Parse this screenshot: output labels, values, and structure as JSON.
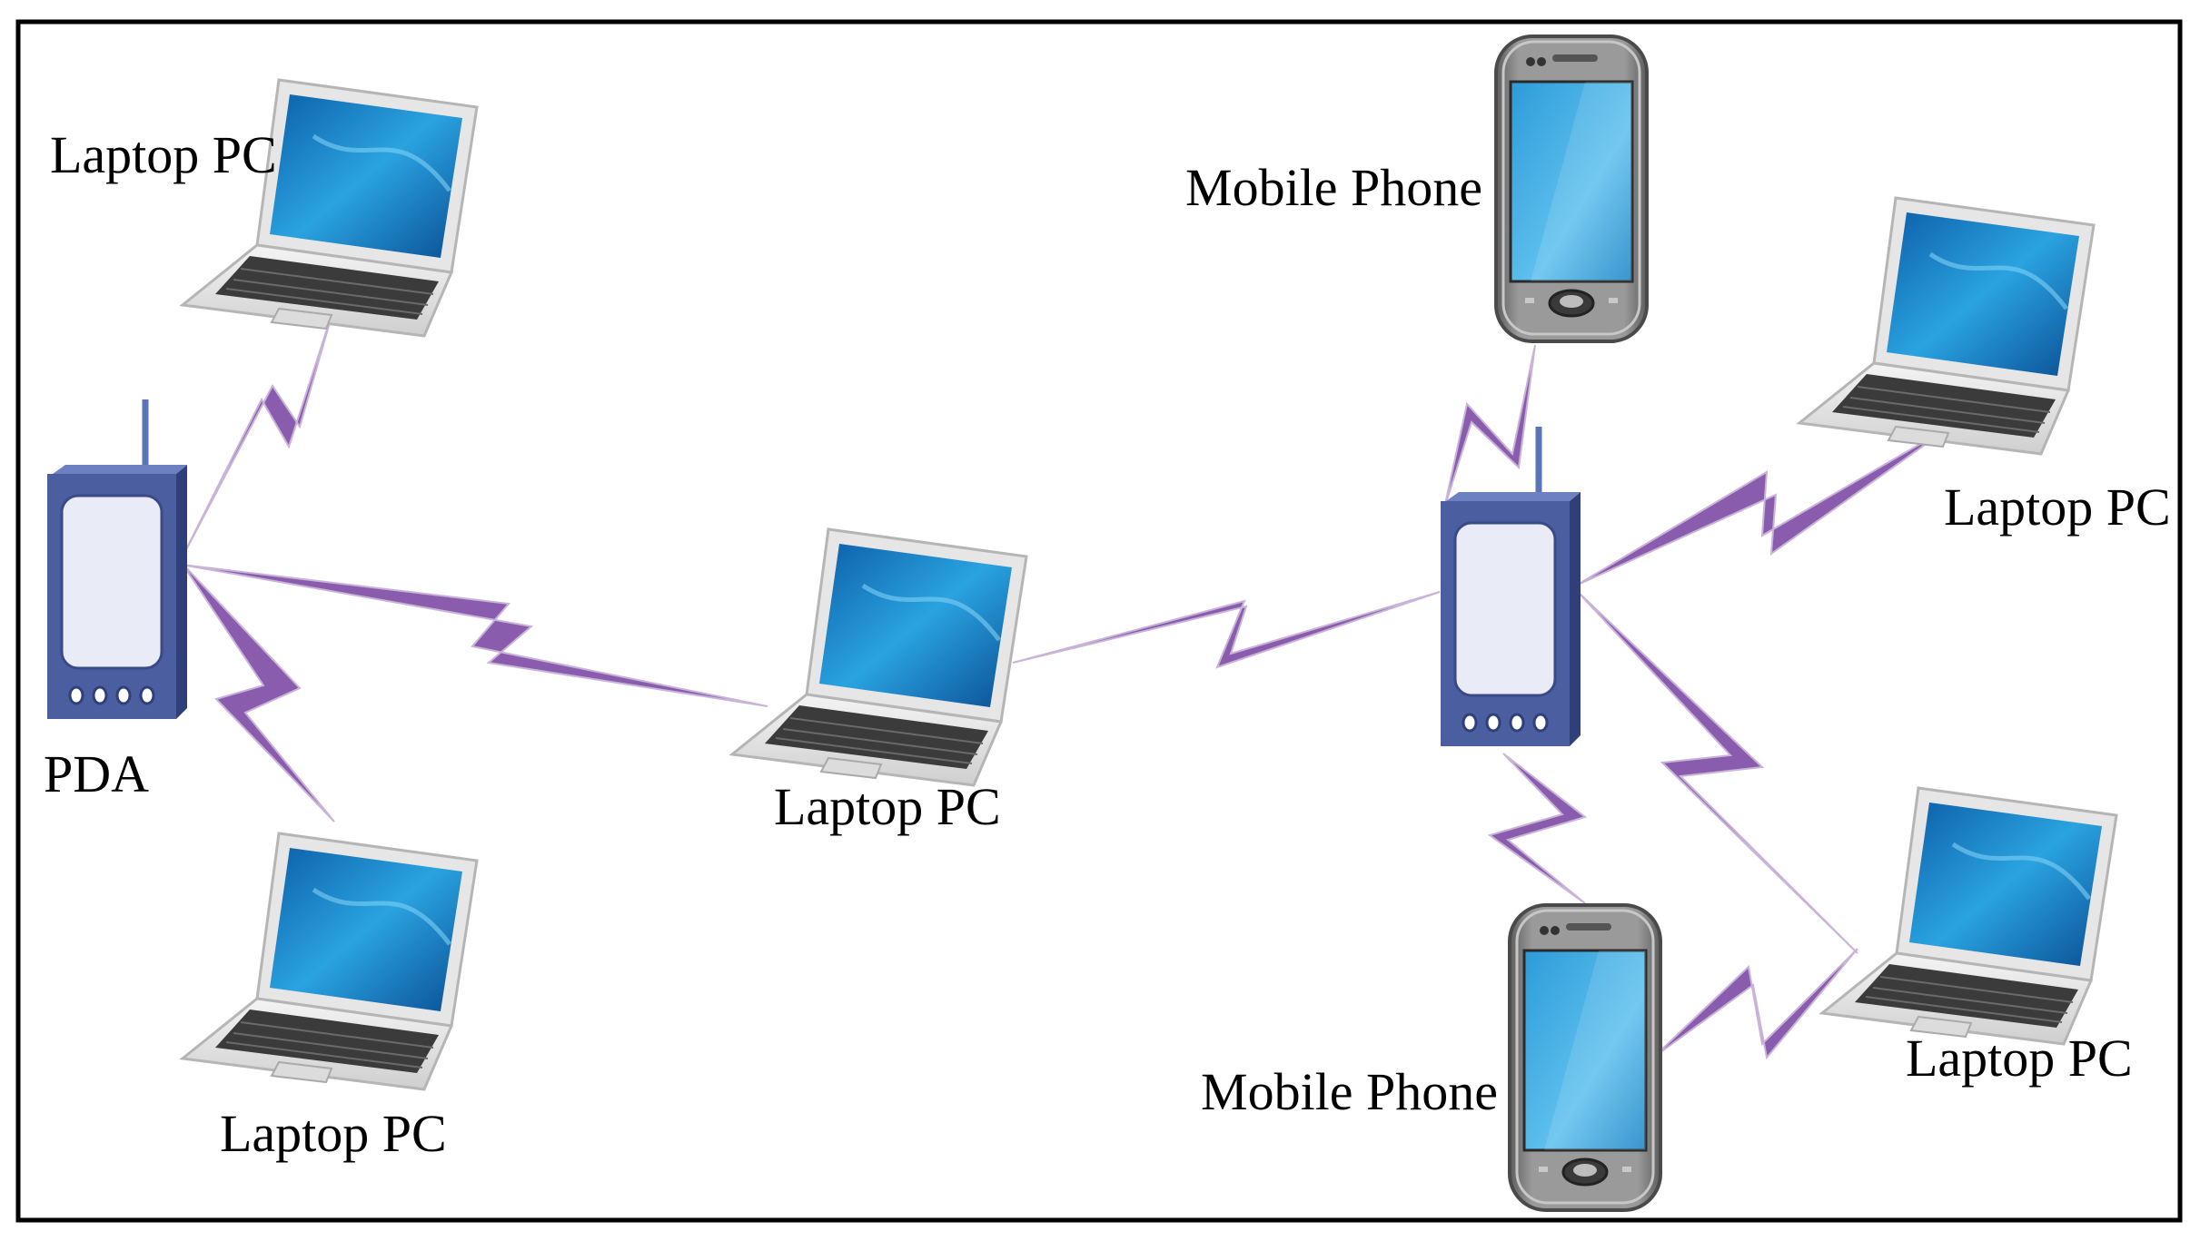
{
  "diagram": {
    "nodes": {
      "pda_left": {
        "label": "PDA",
        "kind": "pda",
        "icon": "pda-icon"
      },
      "pda_right": {
        "label": "",
        "kind": "pda",
        "icon": "pda-icon"
      },
      "laptop_top_left": {
        "label": "Laptop PC",
        "kind": "laptop",
        "icon": "laptop-icon"
      },
      "laptop_bot_left": {
        "label": "Laptop PC",
        "kind": "laptop",
        "icon": "laptop-icon"
      },
      "laptop_center": {
        "label": "Laptop PC",
        "kind": "laptop",
        "icon": "laptop-icon"
      },
      "laptop_top_right": {
        "label": "Laptop PC",
        "kind": "laptop",
        "icon": "laptop-icon"
      },
      "laptop_bot_right": {
        "label": "Laptop PC",
        "kind": "laptop",
        "icon": "laptop-icon"
      },
      "phone_top": {
        "label": "Mobile Phone",
        "kind": "phone",
        "icon": "mobile-phone-icon"
      },
      "phone_bottom": {
        "label": "Mobile Phone",
        "kind": "phone",
        "icon": "mobile-phone-icon"
      }
    },
    "links": [
      {
        "from": "pda_left",
        "to": "laptop_top_left",
        "type": "wireless"
      },
      {
        "from": "pda_left",
        "to": "laptop_bot_left",
        "type": "wireless"
      },
      {
        "from": "pda_left",
        "to": "laptop_center",
        "type": "wireless"
      },
      {
        "from": "laptop_center",
        "to": "pda_right",
        "type": "wireless"
      },
      {
        "from": "pda_right",
        "to": "phone_top",
        "type": "wireless"
      },
      {
        "from": "pda_right",
        "to": "laptop_top_right",
        "type": "wireless"
      },
      {
        "from": "pda_right",
        "to": "laptop_bot_right",
        "type": "wireless"
      },
      {
        "from": "pda_right",
        "to": "phone_bottom",
        "type": "wireless"
      },
      {
        "from": "phone_bottom",
        "to": "laptop_bot_right",
        "type": "wireless"
      }
    ],
    "colors": {
      "link": "#8a5cae",
      "link_light": "#b89acb",
      "pda_body": "#4b5ea0",
      "pda_side": "#2f3f7a",
      "screen_blue": "#1e8fd0",
      "frame": "#000000"
    }
  }
}
